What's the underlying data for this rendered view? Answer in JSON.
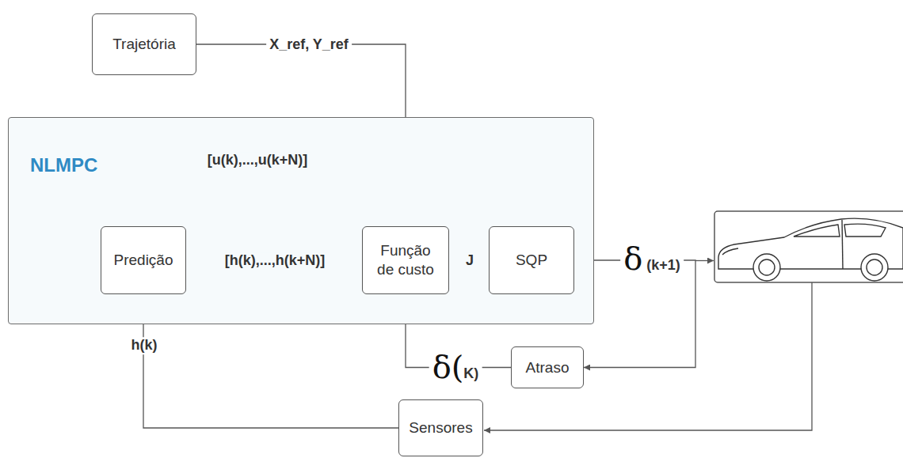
{
  "diagram": {
    "nodes": [
      {
        "text": [
          "Trajetória"
        ]
      },
      {
        "text": [
          "NLMPC"
        ]
      },
      {
        "text": [
          "Predição"
        ],
        "in": 1
      },
      {
        "text": [
          "Função de custo"
        ],
        "in": 1
      },
      {
        "text": [
          "SQP"
        ],
        "in": 1
      },
      {
        "text": [
          "Atraso"
        ]
      },
      {
        "text": [
          "Sensores"
        ]
      }
    ],
    "edges": [
      {
        "from": 0,
        "to": 3,
        "label": "X_ref, Y_ref",
        "arrow": "to"
      },
      {
        "from": 4,
        "to": 2,
        "label": "[u(k),...,u(k+N)]",
        "arrow": "to"
      },
      {
        "from": 2,
        "to": 3,
        "label": "[h(k),...,h(k+N)]",
        "arrow": "to"
      },
      {
        "from": 3,
        "to": 4,
        "label": "J",
        "arrow": "to"
      },
      {
        "from": 4,
        "to": 5,
        "arrow": "to"
      },
      {
        "from": 5,
        "to": 3,
        "label": "δ(K)",
        "arrow": "to"
      },
      {
        "from": 6,
        "to": 2,
        "label": "h(k)",
        "arrow": "to"
      }
    ],
    "labels": [
      "δ (k+1)"
    ]
  }
}
